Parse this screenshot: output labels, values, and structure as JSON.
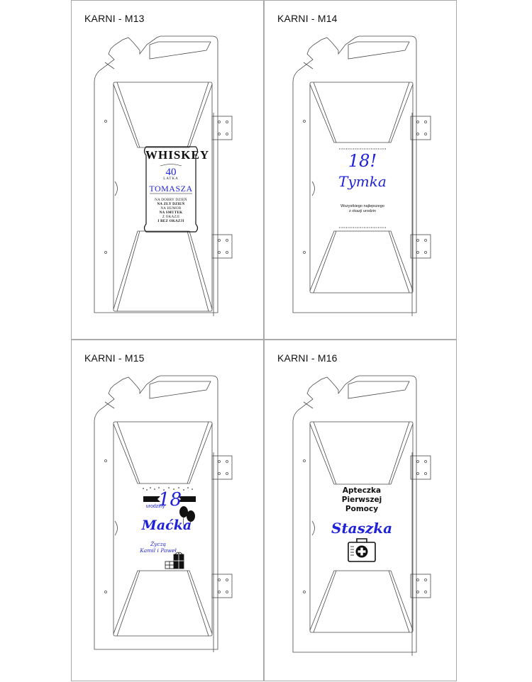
{
  "sheet": {
    "cells": [
      {
        "title": "KARNI - M13"
      },
      {
        "title": "KARNI - M14"
      },
      {
        "title": "KARNI - M15"
      },
      {
        "title": "KARNI - M16"
      }
    ]
  },
  "m13": {
    "brand": "WHISKEY",
    "age": "40",
    "age_unit": "LATKA",
    "name": "TOMASZA",
    "lines": [
      {
        "text": "NA DOBRY DZIEŃ",
        "bold": false
      },
      {
        "text": "NA ZŁY DZIEŃ",
        "bold": true
      },
      {
        "text": "NA HUMOR",
        "bold": false
      },
      {
        "text": "NA SMUTEK",
        "bold": true
      },
      {
        "text": "Z OKAZJI",
        "bold": false
      },
      {
        "text": "I BEZ OKAZJI",
        "bold": true
      }
    ]
  },
  "m14": {
    "age": "18!",
    "name": "Tymka",
    "wish_line1": "Wszystkiego najlepszego",
    "wish_line2": "z okazji urodzin"
  },
  "m15": {
    "age": "18",
    "urodziny": "urodziny",
    "name": "Maćka",
    "wish_line1": "Życzą",
    "wish_line2": "Kamil i Paweł"
  },
  "m16": {
    "title_line1": "Apteczka",
    "title_line2": "Pierwszej",
    "title_line3": "Pomocy",
    "name": "Staszka"
  },
  "colors": {
    "accent_blue": "#1f22d6",
    "outline": "#4a4a4a",
    "border": "#a9a9a9"
  }
}
